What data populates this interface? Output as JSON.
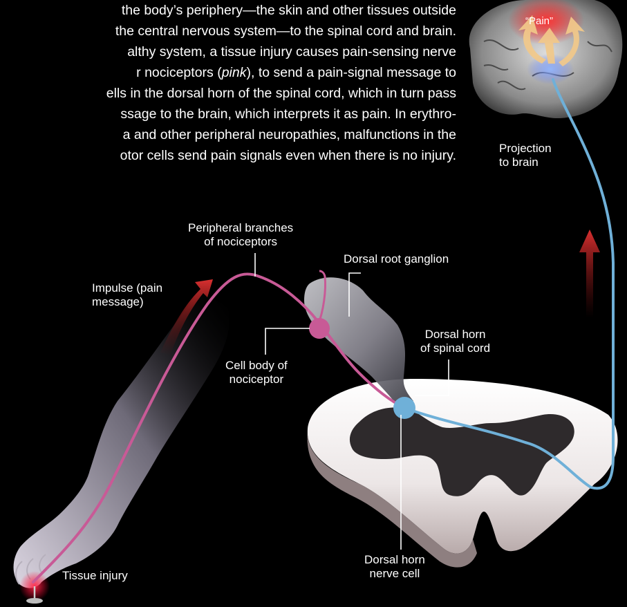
{
  "intro_text": {
    "lines": [
      "the body’s periphery—the skin and other tissues outside",
      "the central nervous system—to the spinal cord and brain.",
      "althy system, a tissue injury causes pain-sensing nerve",
      "r nociceptors (",
      "pink",
      "), to send a pain-signal message to",
      "ells in the dorsal horn of the spinal cord, which in turn pass",
      "ssage to the brain, which interprets it as pain. In erythro-",
      "a and other peripheral neuropathies, malfunctions in the",
      "otor cells send pain signals even when there is no injury."
    ]
  },
  "labels": {
    "pain": "“Pain”",
    "projection_line1": "Projection",
    "projection_line2": "to brain",
    "peripheral_line1": "Peripheral branches",
    "peripheral_line2": "of nociceptors",
    "drg": "Dorsal root ganglion",
    "impulse_line1": "Impulse (pain",
    "impulse_line2": "message)",
    "dorsal_horn_line1": "Dorsal horn",
    "dorsal_horn_line2": "of spinal cord",
    "cell_body_line1": "Cell body of",
    "cell_body_line2": "nociceptor",
    "dh_nerve_line1": "Dorsal horn",
    "dh_nerve_line2": "nerve cell",
    "tissue_injury": "Tissue injury"
  },
  "colors": {
    "nociceptor_pink": "#c85a96",
    "neuron_blue": "#6fb0d8",
    "arrow_red": "#c02a2a",
    "pain_glow": "#ff2020",
    "arrow_cream": "#f2c98a"
  },
  "icons": {
    "brain": "brain-illustration",
    "spinal_cord": "spinal-cord-cross-section",
    "foot": "foot-illustration",
    "pin": "pin-icon"
  }
}
